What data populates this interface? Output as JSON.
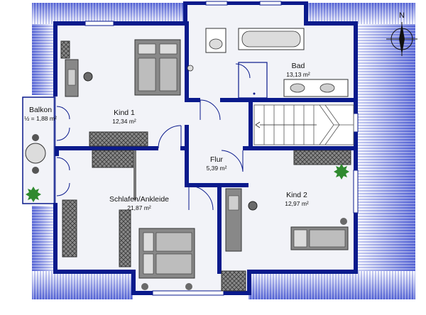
{
  "compass": {
    "label": "N"
  },
  "rooms": [
    {
      "id": "balkon",
      "name": "Balkon",
      "area": "½ = 1,88 m²"
    },
    {
      "id": "kind1",
      "name": "Kind 1",
      "area": "12,34 m²"
    },
    {
      "id": "bad",
      "name": "Bad",
      "area": "13,13 m²"
    },
    {
      "id": "flur",
      "name": "Flur",
      "area": "5,39 m²"
    },
    {
      "id": "schlafen",
      "name": "Schlafen/Ankleide",
      "area": "21,87 m²"
    },
    {
      "id": "kind2",
      "name": "Kind 2",
      "area": "12,97 m²"
    }
  ],
  "colors": {
    "wall": "#0a1a8c",
    "floor": "#f2f3f8",
    "roof_stripe": "#3b4fd0",
    "furniture": "#7f7f7f",
    "furniture_dark": "#4a4a4a",
    "plant": "#2f8a2f"
  }
}
